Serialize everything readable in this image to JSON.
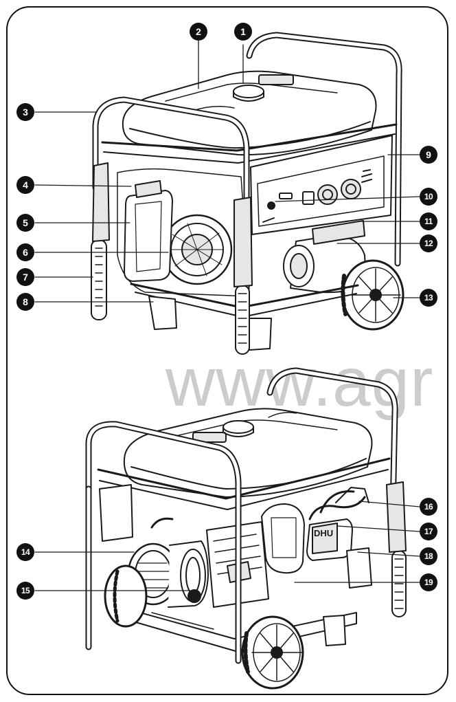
{
  "watermark": "www.agr",
  "callouts": [
    {
      "id": "c1",
      "label": "1"
    },
    {
      "id": "c2",
      "label": "2"
    },
    {
      "id": "c3",
      "label": "3"
    },
    {
      "id": "c4",
      "label": "4"
    },
    {
      "id": "c5",
      "label": "5"
    },
    {
      "id": "c6",
      "label": "6"
    },
    {
      "id": "c7",
      "label": "7"
    },
    {
      "id": "c8",
      "label": "8"
    },
    {
      "id": "c9",
      "label": "9"
    },
    {
      "id": "c10",
      "label": "10"
    },
    {
      "id": "c11",
      "label": "11"
    },
    {
      "id": "c12",
      "label": "12"
    },
    {
      "id": "c13",
      "label": "13"
    },
    {
      "id": "c14",
      "label": "14"
    },
    {
      "id": "c15",
      "label": "15"
    },
    {
      "id": "c16",
      "label": "16"
    },
    {
      "id": "c17",
      "label": "17"
    },
    {
      "id": "c18",
      "label": "18"
    },
    {
      "id": "c19",
      "label": "19"
    }
  ],
  "engine_badge": "DHU",
  "colors": {
    "line": "#1a1a1a",
    "badge": "#111111",
    "watermark": "#c4c4c4",
    "fill": "#ffffff",
    "shade": "#e6e6e6"
  }
}
